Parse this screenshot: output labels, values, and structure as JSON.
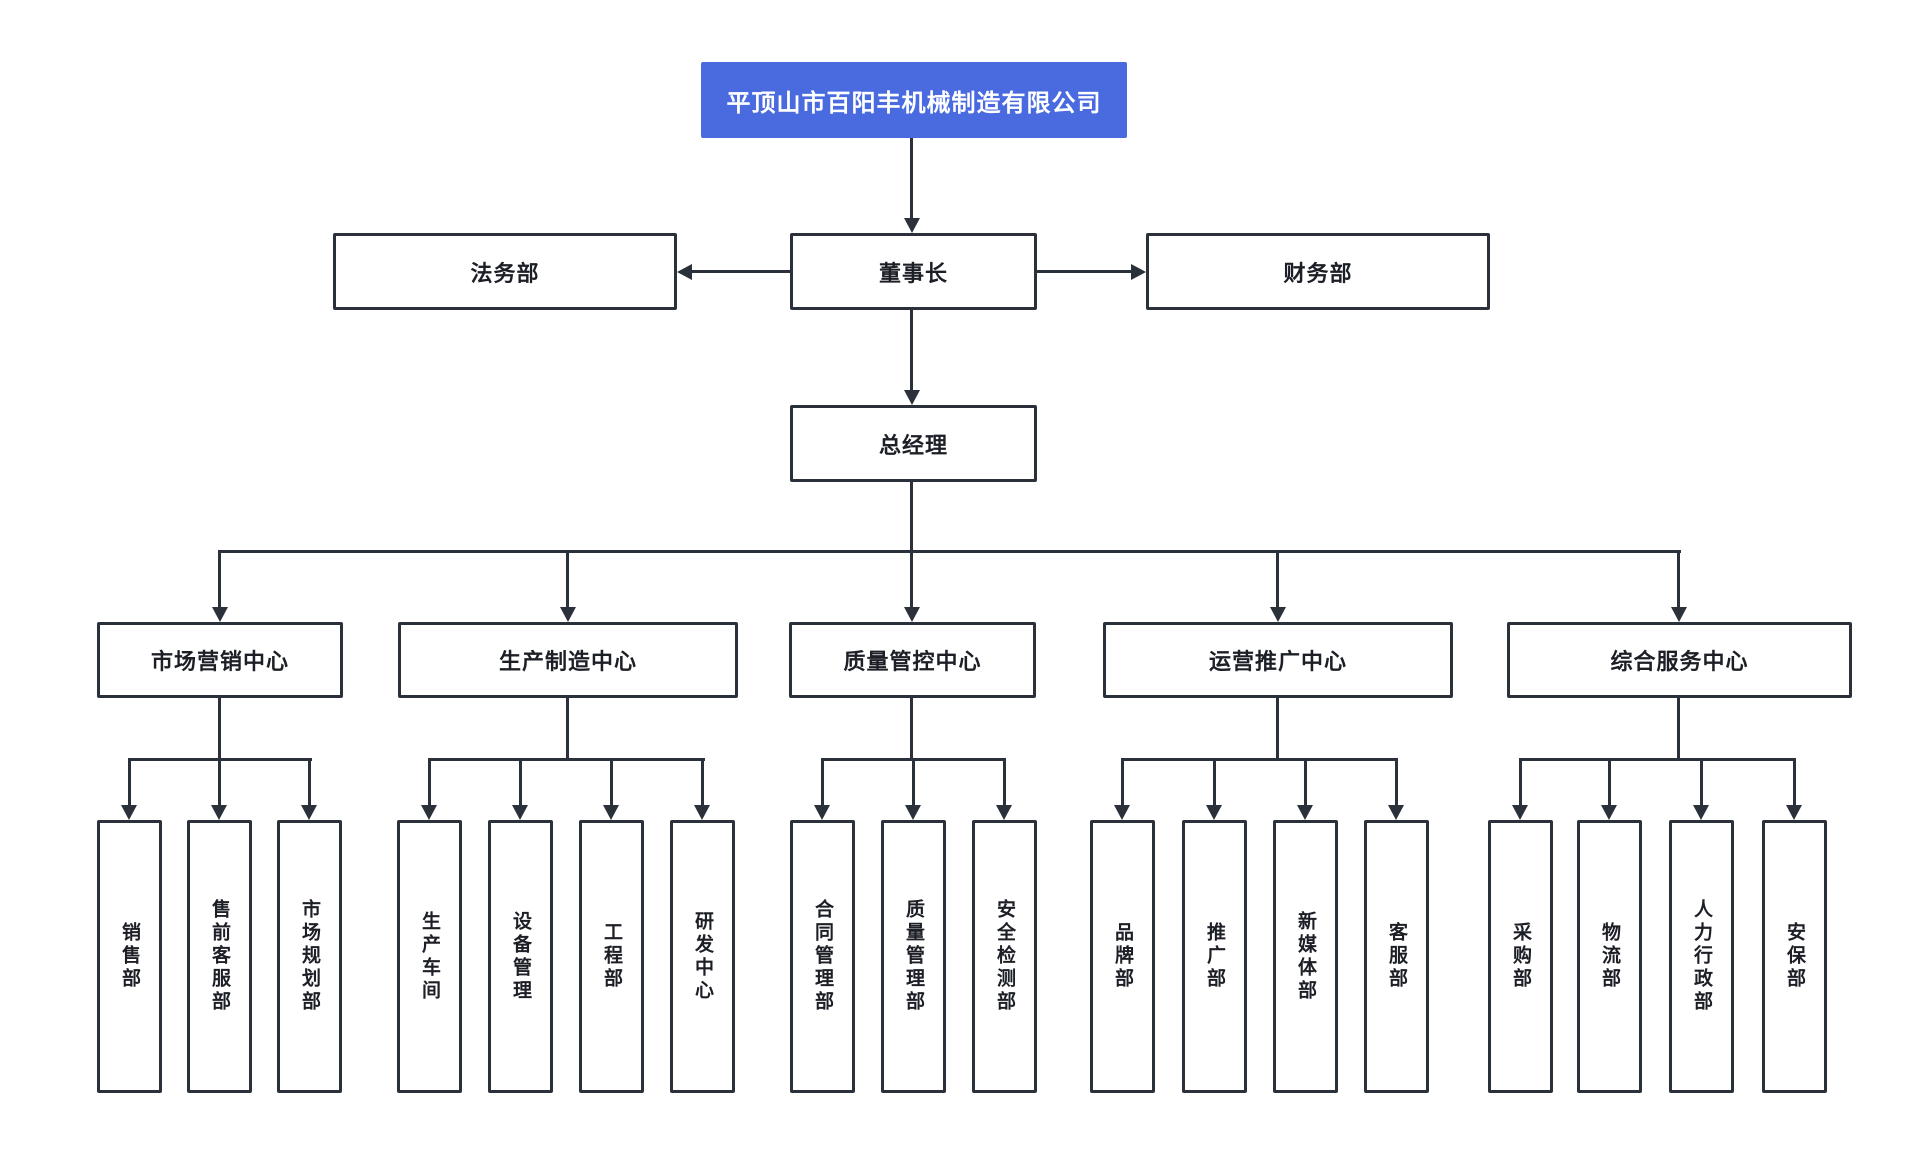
{
  "root": {
    "label": "平顶山市百阳丰机械制造有限公司"
  },
  "level2": {
    "legal": "法务部",
    "chairman": "董事长",
    "finance": "财务部"
  },
  "level3": {
    "general_manager": "总经理"
  },
  "centers": [
    {
      "label": "市场营销中心",
      "departments": [
        "销售部",
        "售前客服部",
        "市场规划部"
      ]
    },
    {
      "label": "生产制造中心",
      "departments": [
        "生产车间",
        "设备管理",
        "工程部",
        "研发中心"
      ]
    },
    {
      "label": "质量管控中心",
      "departments": [
        "合同管理部",
        "质量管理部",
        "安全检测部"
      ]
    },
    {
      "label": "运营推广中心",
      "departments": [
        "品牌部",
        "推广部",
        "新媒体部",
        "客服部"
      ]
    },
    {
      "label": "综合服务中心",
      "departments": [
        "采购部",
        "物流部",
        "人力行政部",
        "安保部"
      ]
    }
  ],
  "colors": {
    "accent_blue": "#4a6bdf",
    "line": "#2b313b",
    "box_background": "#ffffff",
    "page_background": "#ffffff",
    "title_text": "#ffffff",
    "text": "#1c1f26"
  }
}
